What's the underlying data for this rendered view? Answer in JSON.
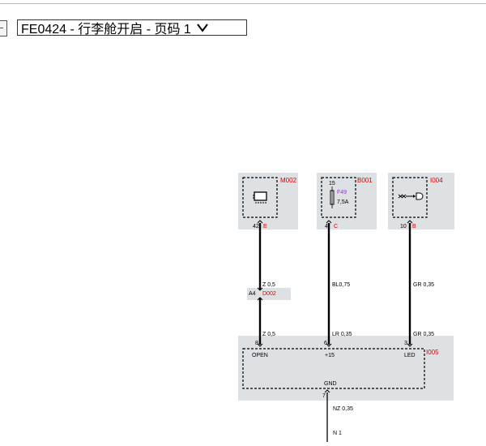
{
  "toolbar": {
    "page_title": "FE0424 - 行李舱开启 - 页码 1"
  },
  "diagram": {
    "components": [
      {
        "id": "M002",
        "pin": "42",
        "pin_letter": "E"
      },
      {
        "id": "B001",
        "fuse_pin": "15",
        "fuse_name": "F49",
        "fuse_rating": "7,5A",
        "pin": "4",
        "pin_letter": "C"
      },
      {
        "id": "I004",
        "pin": "10",
        "pin_letter": "B"
      },
      {
        "id": "I005"
      }
    ],
    "connector": {
      "pin": "A4",
      "id": "D002"
    },
    "wires": {
      "w1_upper": "Z 0,5",
      "w1_lower": "Z 0,5",
      "w2_upper": "BL0,75",
      "w2_lower": "LR 0,35",
      "w3_upper": "GR 0,35",
      "w3_lower": "GR 0,35",
      "gnd_wire": "NZ 0,35"
    },
    "module_pins": [
      {
        "num": "8",
        "label": "OPEN"
      },
      {
        "num": "6",
        "label": "+15"
      },
      {
        "num": "3",
        "label": "LED"
      }
    ],
    "gnd_pin": {
      "num": "7",
      "label": "GND"
    },
    "ground": "N 1"
  },
  "colors": {
    "component_bg": "#dde1e4",
    "label_red": "#dd0000",
    "fuse_purple": "#9933cc",
    "wire": "#000000"
  },
  "icons": {
    "toolbar_left": "collapse-icon",
    "dropdown": "chevron-down-icon",
    "M002": "chip-icon",
    "B001": "fuse-icon",
    "I004": "light-icon"
  }
}
